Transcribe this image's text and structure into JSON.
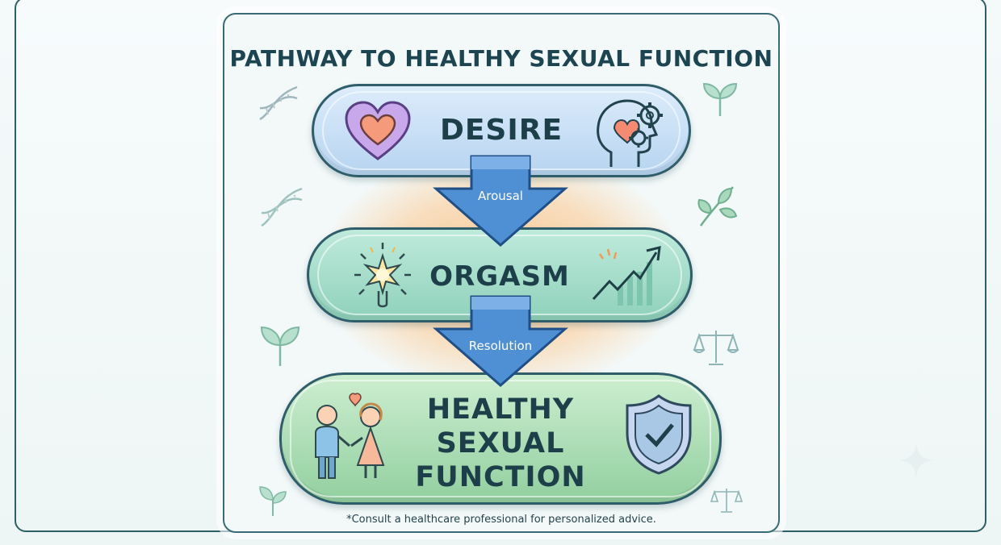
{
  "title": "PATHWAY TO HEALTHY SEXUAL FUNCTION",
  "stages": [
    {
      "label": "DESIRE",
      "left_icon": "heart-icon",
      "right_icon": "head-gears-icon",
      "color": "#b7d4f0"
    },
    {
      "label": "ORGASM",
      "left_icon": "burst-icon",
      "right_icon": "trend-chart-icon",
      "color": "#8fd1bb"
    },
    {
      "label_lines": [
        "HEALTHY",
        "SEXUAL",
        "FUNCTION"
      ],
      "left_icon": "couple-icon",
      "right_icon": "shield-check-icon",
      "color": "#92cf9f"
    }
  ],
  "arrows": [
    {
      "label": "Arousal",
      "color": "#3f7fc6"
    },
    {
      "label": "Resolution",
      "color": "#3f7fc6"
    }
  ],
  "footnote": "*Consult a healthcare professional for personalized advice.",
  "decorations": [
    "dna-icon",
    "dna-icon",
    "leaf-icon",
    "leaf-icon",
    "leaf-icon",
    "leaf-icon",
    "scales-icon",
    "scales-icon",
    "sparkle-icon"
  ]
}
